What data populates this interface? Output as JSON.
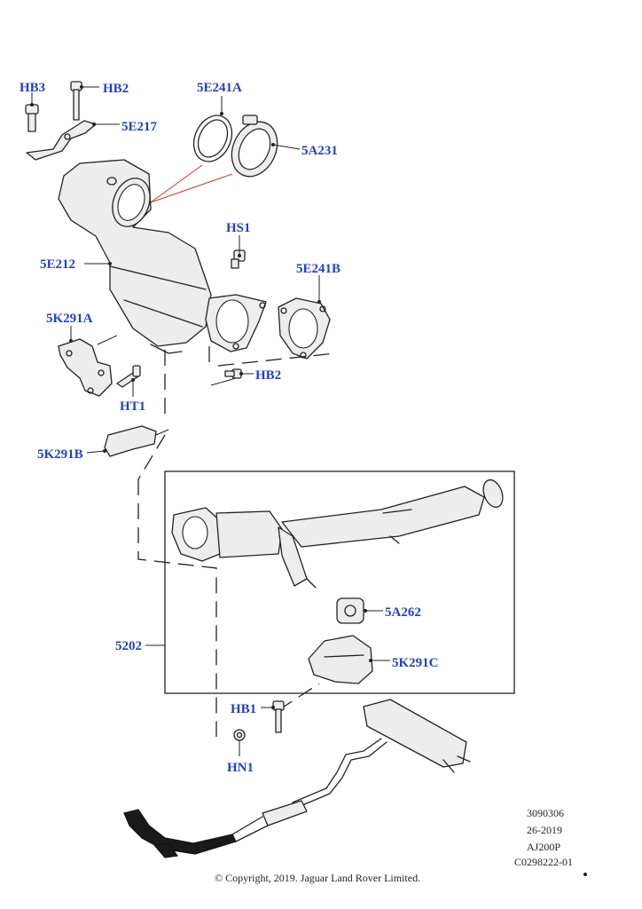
{
  "callouts": {
    "HB3": "HB3",
    "HB2_top": "HB2",
    "5E241A": "5E241A",
    "5E217": "5E217",
    "5A231": "5A231",
    "5E212": "5E212",
    "HS1": "HS1",
    "5E241B": "5E241B",
    "5K291A": "5K291A",
    "HB2_mid": "HB2",
    "HT1": "HT1",
    "5K291B": "5K291B",
    "5A262": "5A262",
    "5202": "5202",
    "5K291C": "5K291C",
    "HB1": "HB1",
    "HN1": "HN1"
  },
  "meta": {
    "line1": "3090306",
    "line2": "26-2019",
    "line3": "AJ200P",
    "line4": "C0298222-01"
  },
  "copyright": "© Copyright, 2019. Jaguar Land Rover Limited."
}
